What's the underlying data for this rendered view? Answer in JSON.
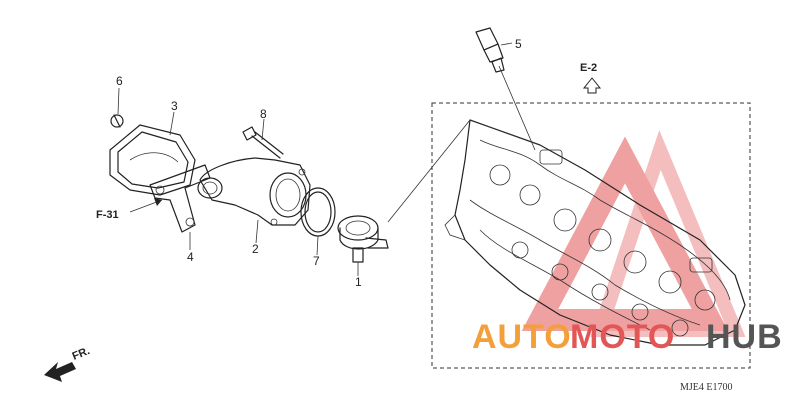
{
  "callouts": {
    "c1": "1",
    "c2": "2",
    "c3": "3",
    "c4": "4",
    "c5": "5",
    "c6": "6",
    "c7": "7",
    "c8": "8"
  },
  "refs": {
    "f31": "F-31",
    "e2": "E-2",
    "fr": "FR."
  },
  "drawing_code": "MJE4 E1700",
  "watermark": {
    "auto": "AUTO",
    "moto": "MOTO",
    "hub": "HUB"
  }
}
